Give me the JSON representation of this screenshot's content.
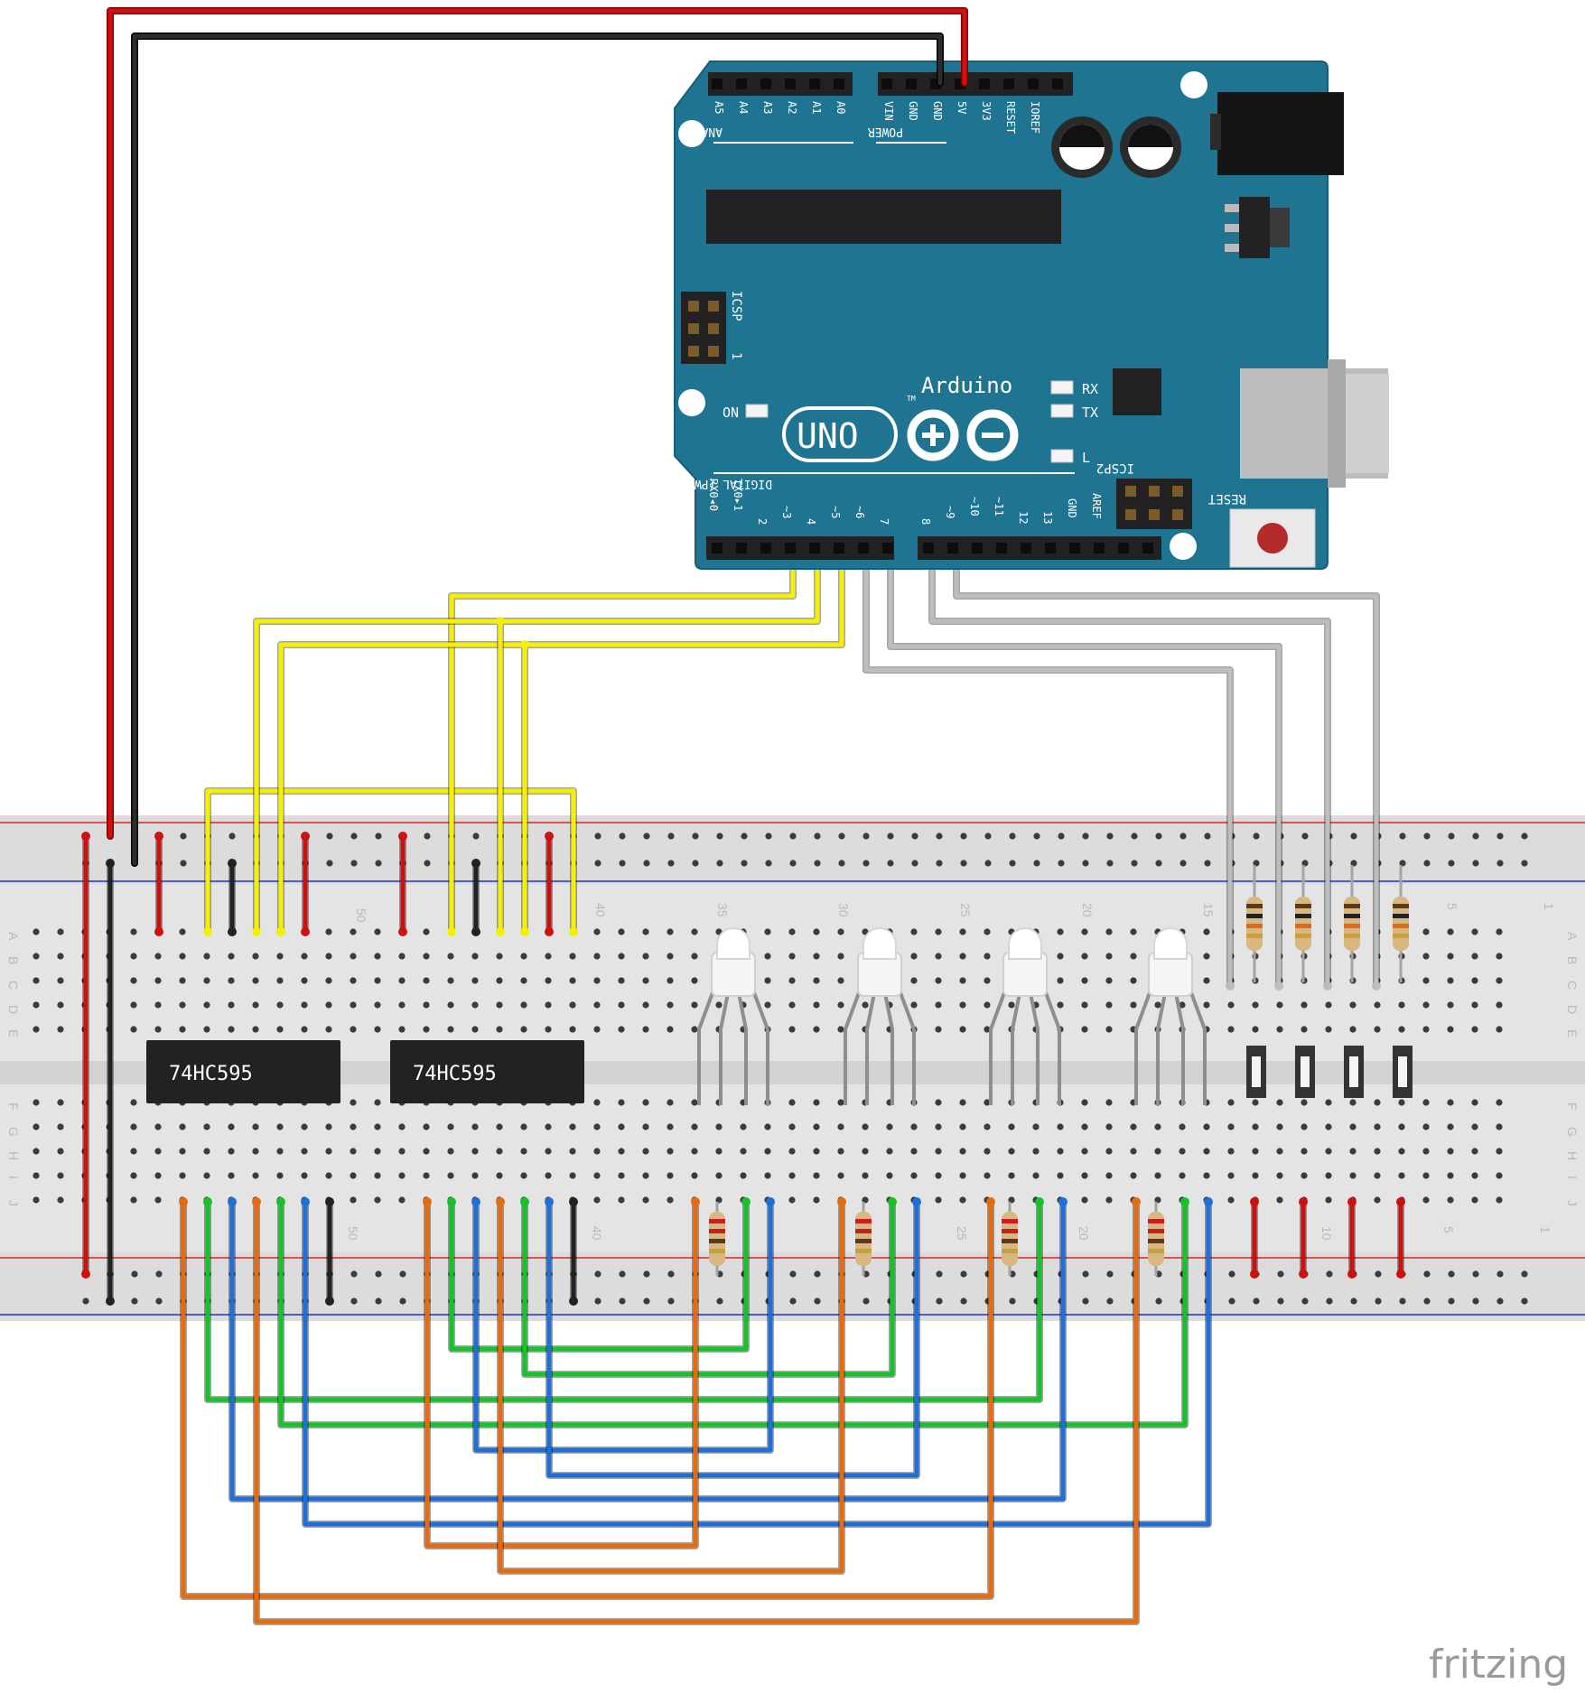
{
  "arduino": {
    "analog_pins": [
      "A5",
      "A4",
      "A3",
      "A2",
      "A1",
      "A0"
    ],
    "analog_header": "ANALOG IN",
    "power_pins": [
      "VIN",
      "GND",
      "GND",
      "5V",
      "3V3",
      "RESET",
      "IOREF"
    ],
    "power_header": "POWER",
    "icsp_label": "ICSP",
    "icsp_pin_one": "1",
    "brand": "Arduino",
    "tm": "TM",
    "model": "UNO",
    "on_label": "ON",
    "rx_label": "RX",
    "tx_label": "TX",
    "l_label": "L",
    "digital_header": "DIGITAL (PWM=~)",
    "digital_pins": [
      "RX0◂0",
      "TX0▸1",
      "2",
      "~3",
      "4",
      "~5",
      "~6",
      "7",
      "8",
      "~9",
      "~10",
      "~11",
      "12",
      "13",
      "GND",
      "AREF"
    ],
    "icsp2_label": "ICSP2",
    "reset_label": "RESET"
  },
  "breadboard": {
    "column_numbers_top": [
      "50",
      "40",
      "35",
      "30",
      "25",
      "20",
      "15",
      "5",
      "1"
    ],
    "column_numbers_bottom": [
      "50",
      "40",
      "25",
      "20",
      "10",
      "5",
      "1"
    ],
    "row_letters_top": [
      "A",
      "B",
      "C",
      "D",
      "E"
    ],
    "row_letters_bottom": [
      "F",
      "G",
      "H",
      "I",
      "J"
    ]
  },
  "chips": [
    {
      "label": "74HC595"
    },
    {
      "label": "74HC595"
    }
  ],
  "rgb_leds": 4,
  "pushbuttons": 4,
  "wire_colors": {
    "power": "#cc1111",
    "ground": "#222222",
    "data": "#f5f000",
    "button": "#bdbdbd",
    "green": "#17c12a",
    "blue": "#1f6fd6",
    "orange": "#e56a12"
  },
  "footer": {
    "brand": "fritzing"
  }
}
